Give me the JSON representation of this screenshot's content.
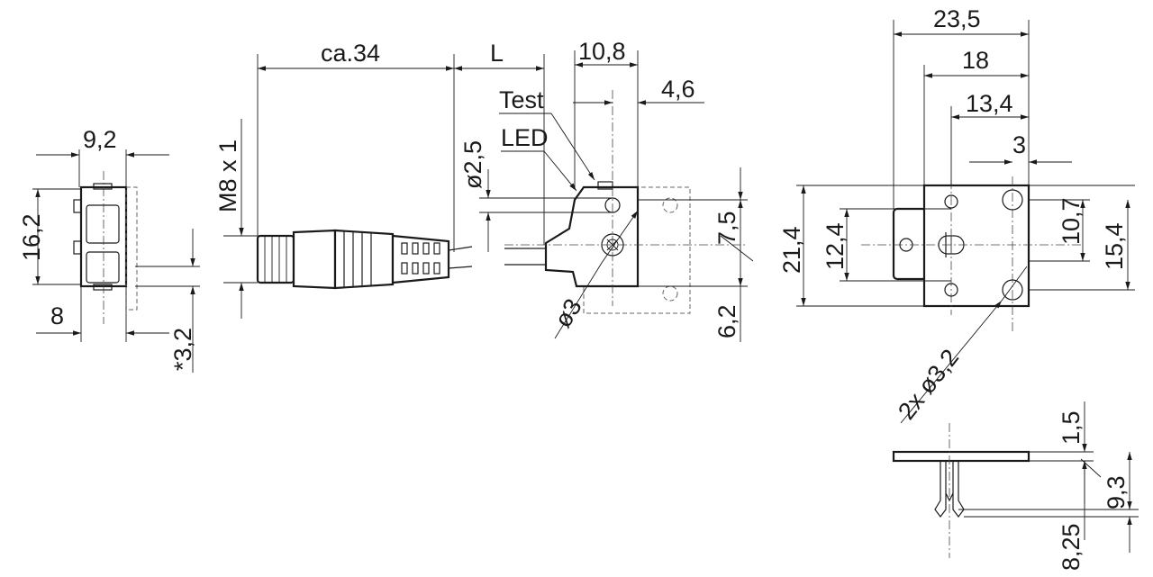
{
  "dimensions": {
    "left_view": {
      "width_top": "9,2",
      "height": "16,2",
      "depth_bottom": "8",
      "offset": "*3,2"
    },
    "side_view": {
      "cable_length": "ca.34",
      "length_var": "L",
      "thread": "M8 x 1",
      "body_width": "10,8",
      "test_offset": "4,6",
      "test_label": "Test",
      "led_label": "LED",
      "led_dia": "ø2,5",
      "height_upper": "7,5",
      "height_lower": "6,2",
      "hole_dia": "ø3"
    },
    "front_view": {
      "width_total": "23,5",
      "width_18": "18",
      "width_13_4": "13,4",
      "width_3": "3",
      "height_total": "21,4",
      "height_12_4": "12,4",
      "height_10_7": "10,7",
      "height_15_4": "15,4",
      "holes": "2x ø3,2"
    },
    "bracket_view": {
      "thickness": "1,5",
      "depth": "9,3",
      "clip": "8,25"
    }
  }
}
